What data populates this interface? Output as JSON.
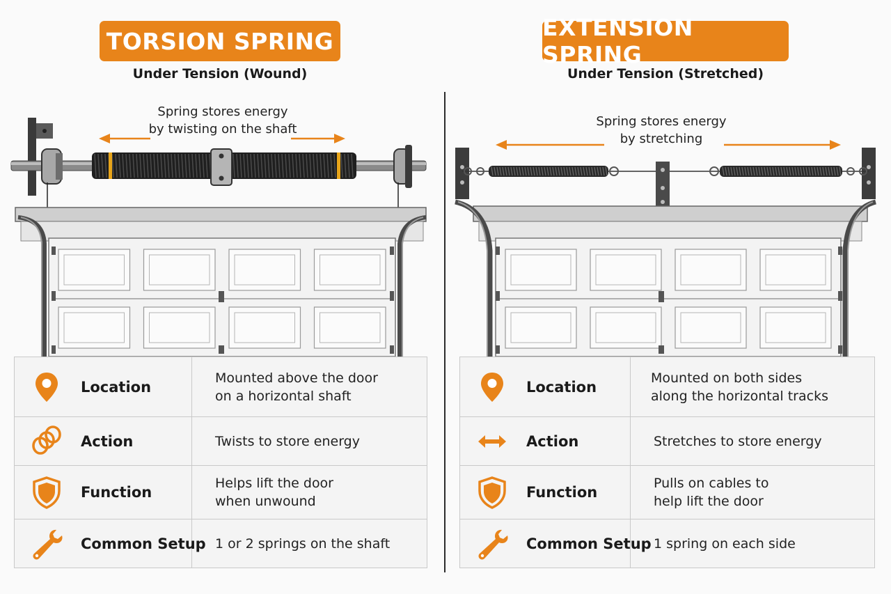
{
  "colors": {
    "accent": "#e8841a",
    "ink": "#1a1a1a",
    "door": "#f2f2f2",
    "spring": "#222222"
  },
  "left": {
    "title": "TORSION SPRING",
    "subtitle": "Under Tension (Wound)",
    "caption_line1": "Spring stores energy",
    "caption_line2": "by twisting on the shaft",
    "rows": [
      {
        "icon": "location-pin-icon",
        "label": "Location",
        "desc_line1": "Mounted above the door",
        "desc_line2": "on a horizontal shaft"
      },
      {
        "icon": "spring-coil-icon",
        "label": "Action",
        "desc_line1": "Twists to store energy",
        "desc_line2": ""
      },
      {
        "icon": "shield-icon",
        "label": "Function",
        "desc_line1": "Helps lift the door",
        "desc_line2": "when unwound"
      },
      {
        "icon": "wrench-icon",
        "label": "Common Setup",
        "desc_line1": "1 or 2 springs on the shaft",
        "desc_line2": ""
      }
    ]
  },
  "right": {
    "title": "EXTENSION SPRING",
    "subtitle": "Under Tension (Stretched)",
    "caption_line1": "Spring stores energy",
    "caption_line2": "by stretching",
    "rows": [
      {
        "icon": "location-pin-icon",
        "label": "Location",
        "desc_line1": "Mounted on both sides",
        "desc_line2": "along the horizontal tracks"
      },
      {
        "icon": "double-arrow-icon",
        "label": "Action",
        "desc_line1": "Stretches to store energy",
        "desc_line2": ""
      },
      {
        "icon": "shield-icon",
        "label": "Function",
        "desc_line1": "Pulls on cables to",
        "desc_line2": "help lift the door"
      },
      {
        "icon": "wrench-icon",
        "label": "Common Setup",
        "desc_line1": "1 spring on each side",
        "desc_line2": ""
      }
    ]
  }
}
